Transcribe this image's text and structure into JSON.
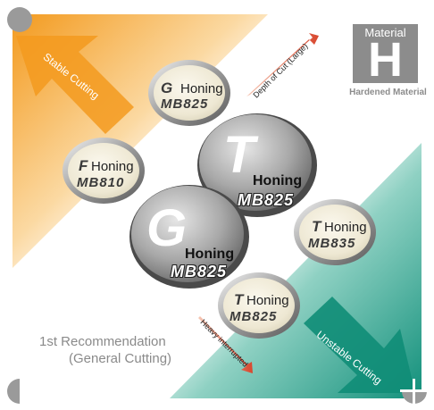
{
  "material": {
    "label": "Material",
    "letter": "H",
    "caption": "Hardened Material"
  },
  "arrows": {
    "stable": "Stable Cutting",
    "unstable": "Unstable Cutting",
    "depth_of_cut": "Depth of Cut (Large)",
    "heavy_interrupted": "Heavy interrupted"
  },
  "recommendation": {
    "line1": "1st Recommendation",
    "line2": "(General Cutting)"
  },
  "badges": {
    "g_small": {
      "letter": "G",
      "honing": "Honing",
      "grade": "MB825"
    },
    "f_small": {
      "letter": "F",
      "honing": "Honing",
      "grade": "MB810"
    },
    "t_large": {
      "letter": "T",
      "honing": "Honing",
      "grade": "MB825"
    },
    "g_large": {
      "letter": "G",
      "honing": "Honing",
      "grade": "MB825"
    },
    "t_right": {
      "letter": "T",
      "honing": "Honing",
      "grade": "MB835"
    },
    "t_bottom": {
      "letter": "T",
      "honing": "Honing",
      "grade": "MB825"
    }
  },
  "colors": {
    "orange": "#f4a12c",
    "teal": "#1f9a86",
    "corner_gray": "#9a9a9a",
    "badge_cream": "#f2eddc",
    "tag_red": "#d8472e"
  }
}
